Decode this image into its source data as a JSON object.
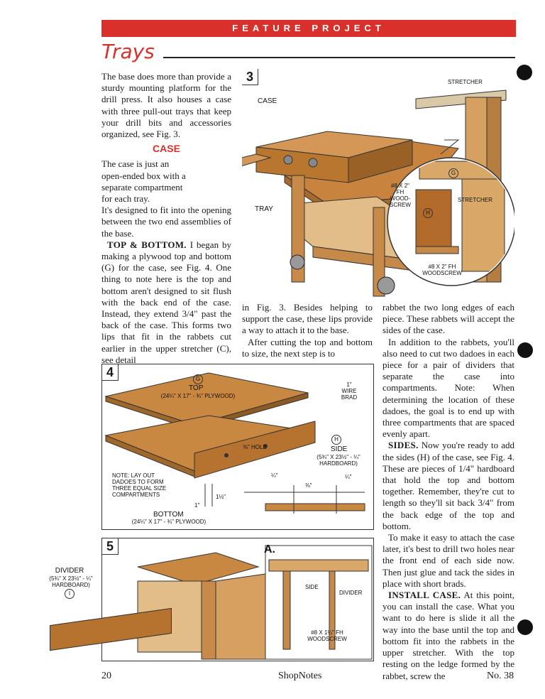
{
  "header": {
    "banner": "FEATURE PROJECT",
    "title": "Trays"
  },
  "col1": {
    "p1": "The base does more than provide a sturdy mounting platform for the drill press. It also houses a case with three pull-out trays that keep your drill bits and accessories organized, see Fig. 3.",
    "heading": "CASE",
    "p2a": "The case is just an open-ended box with a separate compartment for each tray.",
    "p2b": "It's designed to fit into the opening between the two end assemblies of the base.",
    "p3_head": "TOP & BOTTOM.",
    "p3": " I began by making a plywood top and bottom (G) for the case, see Fig. 4. One thing to note here is the top and bottom aren't designed to sit flush with the back end of the case. Instead, they extend 3/4\" past the back of the case. This forms two lips that fit in the rabbets cut earlier in the upper stretcher (C), see detail"
  },
  "col2": {
    "p1": "in Fig. 3. Besides helping to support the case, these lips provide a way to attach it to the base.",
    "p2": "After cutting the top and bottom to size, the next step is to"
  },
  "col3": {
    "p1": "rabbet the two long edges of each piece. These rabbets will accept the sides of the case.",
    "p2": "In addition to the rabbets, you'll also need to cut two dadoes in each piece for a pair of dividers that separate the case into compartments. Note: When determining the location of these dadoes, the goal is to end up with three compartments that are spaced evenly apart.",
    "p3_head": "SIDES.",
    "p3": " Now you're ready to add the sides (H) of the case, see Fig. 4. These are pieces of 1/4\" hardboard that hold the top and bottom together. Remember, they're cut to length so they'll sit back 3/4\" from the back edge of the top and bottom.",
    "p4": "To make it easy to attach the case later, it's best to drill two holes near the front end of each side now. Then just glue and tack the sides in place with short brads.",
    "p5_head": "INSTALL CASE.",
    "p5": " At this point, you can install the case. What you want to do here is slide it all the way into the base until the top and bottom fit into the rabbets in the upper stretcher. With the top resting on the ledge formed by the rabbet, screw the"
  },
  "fig3": {
    "num": "3",
    "case": "CASE",
    "tray": "TRAY",
    "stretcher": "STRETCHER",
    "screw": "#8 x 2\" Fh WOOD- SCREW",
    "stretcher2": "STRETCHER",
    "screw2": "#8 x 2\" Fh WOODSCREW",
    "g": "G",
    "h": "H"
  },
  "fig4": {
    "num": "4",
    "top": "TOP",
    "top_dims": "(24¼\" x 17\" - ¾\" PLYWOOD)",
    "g": "G",
    "brad": "1\" WIRE BRAD",
    "hole": "⅜\" HOLE",
    "side": "SIDE",
    "side_dims": "(5¾\" x 23½\" - ¼\" HARDBOARD)",
    "h": "H",
    "note": "NOTE: LAY OUT DADOES TO FORM THREE EQUAL SIZE COMPARTMENTS",
    "bottom": "BOTTOM",
    "bottom_dims": "(24¼\" x 17\" - ¾\" PLYWOOD)",
    "d1": "1½\"",
    "d2": "1\"",
    "d3": "¼\"",
    "d4": "⅜\"",
    "d5": "¼\""
  },
  "fig5": {
    "num": "5",
    "detail": "a.",
    "divider": "DIVIDER",
    "divider_dims": "(5¾\" x 23½\" - ¼\" HARDBOARD)",
    "i": "I",
    "side": "SIDE",
    "divider2": "DIVIDER",
    "screw": "#8 x 1¼\" Fh WOODSCREW"
  },
  "footer": {
    "page": "20",
    "mag": "ShopNotes",
    "issue": "No. 38"
  }
}
